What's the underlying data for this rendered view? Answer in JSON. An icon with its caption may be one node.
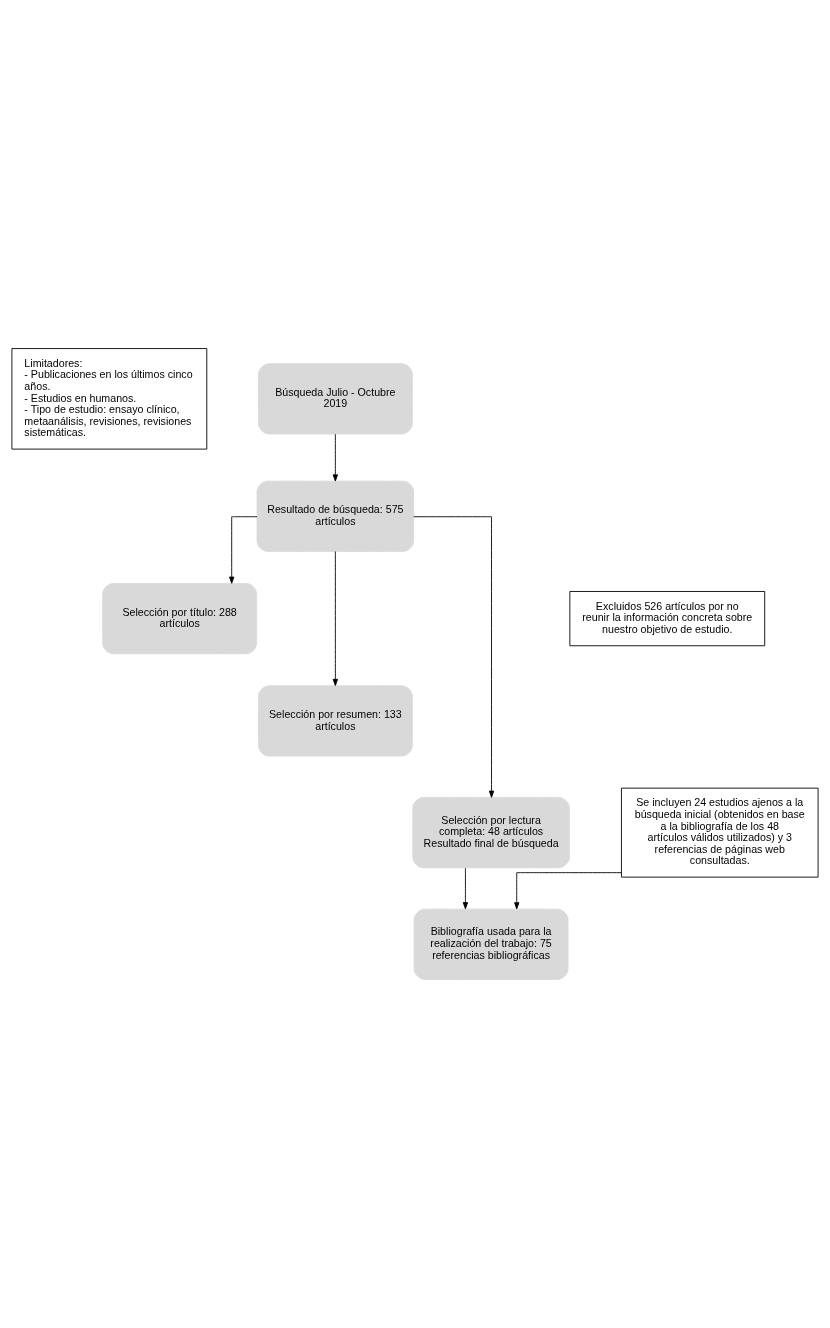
{
  "diagram": {
    "nodes": [
      {
        "text": [
          "Limitadores:",
          "- Publicaciones en los últimos cinco años.",
          "- Estudios en humanos.",
          "- Tipo de estudio: ensayo clínico, metaanálisis, revisiones, revisiones sistemáticas."
        ]
      },
      {
        "text": [
          "Búsqueda Julio - Octubre 2019"
        ]
      },
      {
        "text": [
          "Resultado de búsqueda: 575 artículos"
        ]
      },
      {
        "text": [
          "Excluidos 526 artículos por no reunir la información concreta sobre nuestro objetivo de estudio."
        ]
      },
      {
        "text": [
          "Selección por título: 288 artículos"
        ]
      },
      {
        "text": [
          "Selección por resumen: 133 artículos"
        ]
      },
      {
        "text": [
          "Selección por lectura completa: 48 artículos",
          "Resultado final de búsqueda"
        ]
      },
      {
        "text": [
          "Se incluyen 24 estudios ajenos a la búsqueda inicial (obtenidos en base a la bibliografía de los 48 artículos válidos utilizados) y 3 referencias de páginas web consultadas."
        ]
      },
      {
        "text": [
          "Bibliografía usada para la realización del trabajo: 75 referencias bibliográficas"
        ]
      }
    ],
    "edges": [
      {
        "from": 1,
        "to": 2,
        "arrow": "to"
      },
      {
        "from": 2,
        "to": 4,
        "arrow": "to"
      },
      {
        "from": 2,
        "to": 5,
        "arrow": "to"
      },
      {
        "from": 2,
        "to": 6,
        "arrow": "to"
      },
      {
        "from": 6,
        "to": 8,
        "arrow": "to"
      },
      {
        "from": 7,
        "to": 8,
        "arrow": "to"
      }
    ]
  }
}
